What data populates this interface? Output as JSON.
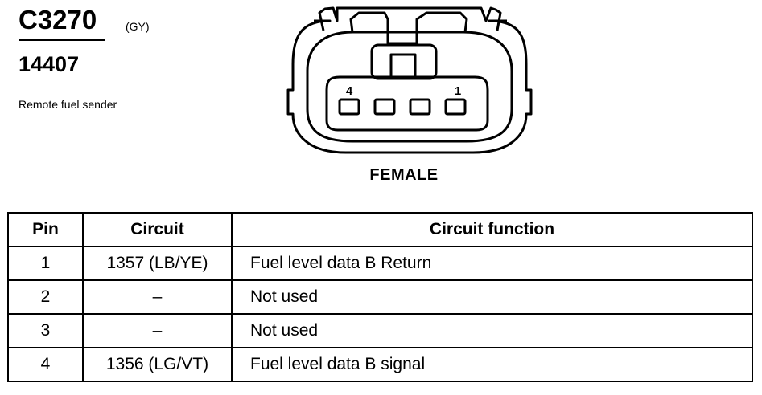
{
  "connector": {
    "id": "C3270",
    "color_code": "(GY)",
    "part_number": "14407",
    "description": "Remote fuel sender"
  },
  "diagram": {
    "pin_label_left": "4",
    "pin_label_right": "1",
    "gender": "FEMALE"
  },
  "table": {
    "headers": [
      "Pin",
      "Circuit",
      "Circuit function"
    ],
    "rows": [
      {
        "pin": "1",
        "circuit": "1357 (LB/YE)",
        "function": "Fuel level data B Return"
      },
      {
        "pin": "2",
        "circuit": "–",
        "function": "Not used"
      },
      {
        "pin": "3",
        "circuit": "–",
        "function": "Not used"
      },
      {
        "pin": "4",
        "circuit": "1356 (LG/VT)",
        "function": "Fuel level data B signal"
      }
    ]
  }
}
